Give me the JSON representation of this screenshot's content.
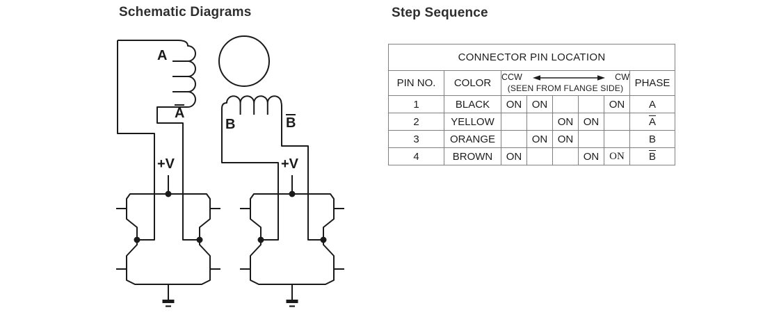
{
  "page": {
    "background": "#ffffff"
  },
  "colors": {
    "schematic_line": "#1a1a1a",
    "table_border": "#7f7f7f",
    "text": "#1c1c1c"
  },
  "left": {
    "title": "Schematic Diagrams",
    "labels": {
      "a": {
        "text": "A",
        "bar": false
      },
      "a_bar": {
        "text": "A",
        "bar": true
      },
      "b": {
        "text": "B",
        "bar": false
      },
      "b_bar": {
        "text": "B",
        "bar": true
      },
      "vplus_a": "+V",
      "vplus_b": "+V"
    },
    "elements": [
      "phase-a-winding",
      "rotor-circle",
      "phase-b-winding",
      "h-bridge-driver-a",
      "h-bridge-driver-b",
      "ground-symbols"
    ]
  },
  "right": {
    "title": "Step Sequence",
    "table": {
      "title": "CONNECTOR PIN LOCATION",
      "headers": {
        "pin": "PIN NO.",
        "color": "COLOR",
        "ccw": "CCW",
        "cw": "CW",
        "note": "(SEEN FROM FLANGE SIDE)",
        "phase": "PHASE"
      },
      "rows": [
        {
          "pin": "1",
          "color": "BLACK",
          "steps": [
            "ON",
            "ON",
            "",
            "",
            "ON"
          ],
          "phase": {
            "text": "A",
            "bar": false
          }
        },
        {
          "pin": "2",
          "color": "YELLOW",
          "steps": [
            "",
            "",
            "ON",
            "ON",
            ""
          ],
          "phase": {
            "text": "A",
            "bar": true
          }
        },
        {
          "pin": "3",
          "color": "ORANGE",
          "steps": [
            "",
            "ON",
            "ON",
            "",
            ""
          ],
          "phase": {
            "text": "B",
            "bar": false
          }
        },
        {
          "pin": "4",
          "color": "BROWN",
          "steps": [
            "ON",
            "",
            "",
            "ON",
            "ON"
          ],
          "phase": {
            "text": "B",
            "bar": true
          }
        }
      ]
    }
  }
}
